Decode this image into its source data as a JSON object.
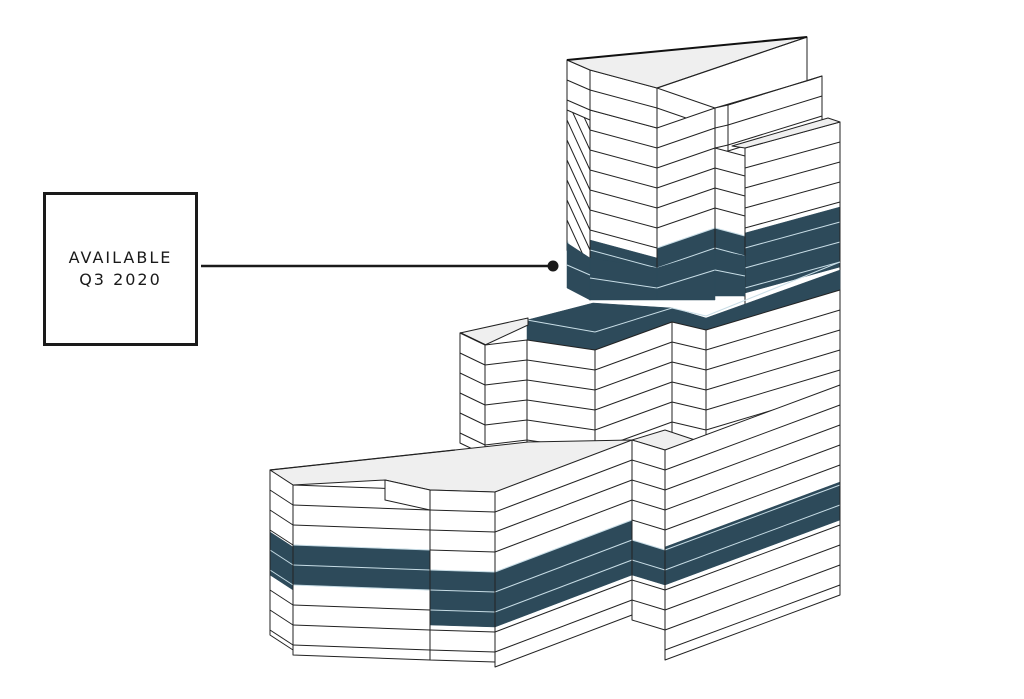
{
  "callout": {
    "line1": "AVAILABLE",
    "line2": "Q3 2020"
  },
  "colors": {
    "highlight_floor": "#2d4a5a",
    "facade": "#ffffff",
    "roof": "#efefef",
    "outline": "#222222",
    "highlight_line": "#c8dde6"
  },
  "building": {
    "description": "Axonometric tower diagram with highlighted available floors"
  }
}
